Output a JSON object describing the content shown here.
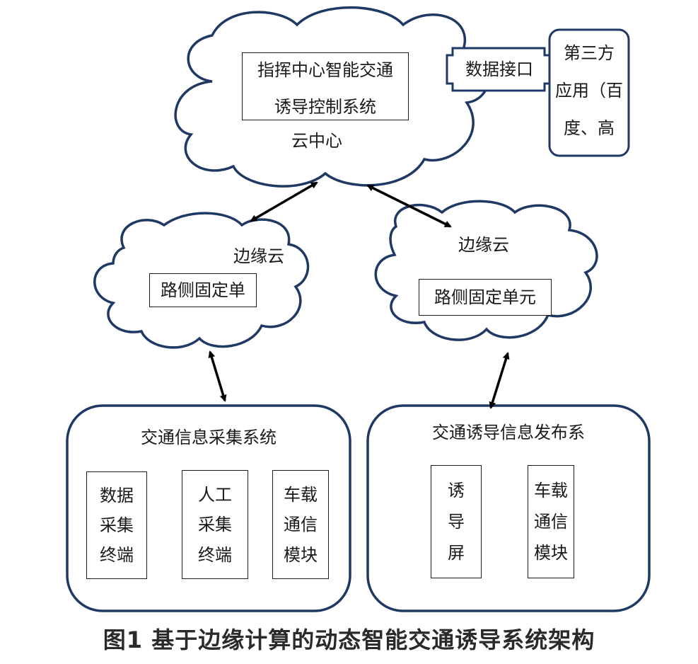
{
  "cloud_center": {
    "system_line1": "指挥中心智能交通",
    "system_line2": "诱导控制系统",
    "label": "云中心"
  },
  "data_interface": "数据接口",
  "third_party": {
    "line1": "第三方",
    "line2": "应用（百",
    "line3": "度、高"
  },
  "edge_left": {
    "label": "边缘云",
    "unit": "路侧固定单"
  },
  "edge_right": {
    "label": "边缘云",
    "unit": "路侧固定单元"
  },
  "collection_system": {
    "title": "交通信息采集系统",
    "modules": [
      [
        "数据",
        "采集",
        "终端"
      ],
      [
        "人工",
        "采集",
        "终端"
      ],
      [
        "车载",
        "通信",
        "模块"
      ]
    ]
  },
  "guidance_system": {
    "title": "交通诱导信息发布系",
    "modules": [
      [
        "诱",
        "导",
        "屏"
      ],
      [
        "车载",
        "通信",
        "模块"
      ]
    ]
  },
  "caption": "图1  基于边缘计算的动态智能交通诱导系统架构",
  "colors": {
    "outline": "#1f3864",
    "text": "#1a1a1a"
  }
}
